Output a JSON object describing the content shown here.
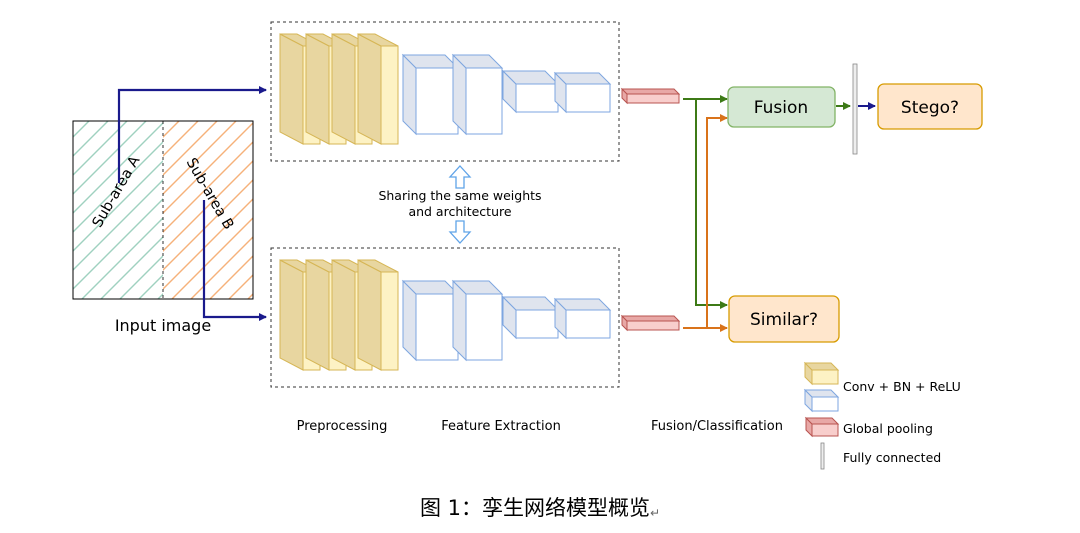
{
  "input": {
    "sub_area_a": "Sub-area A",
    "sub_area_b": "Sub-area B",
    "label": "Input image"
  },
  "sharing": {
    "line1": "Sharing the same weights",
    "line2": "and architecture"
  },
  "nodes": {
    "fusion": "Fusion",
    "stego": "Stego?",
    "similar": "Similar?"
  },
  "stages": {
    "preprocessing": "Preprocessing",
    "feature_extraction": "Feature Extraction",
    "fusion_classification": "Fusion/Classification"
  },
  "legend": {
    "conv": "Conv + BN + ReLU",
    "pool": "Global pooling",
    "fc": "Fully connected"
  },
  "caption": {
    "text": "图 1：孪生网络模型概览",
    "mark": "↵"
  },
  "colors": {
    "conv_front": "#fdf2c4",
    "conv_side": "#e8d6a0",
    "conv_stroke": "#d6b656",
    "feat_front": "#ffffff",
    "feat_side": "#dfe4ee",
    "feat_stroke": "#7ea6e0",
    "pool_front": "#f8cecc",
    "pool_side": "#e8a8a6",
    "pool_stroke": "#b85450",
    "fusion_fill": "#d5e8d4",
    "fusion_stroke": "#82b366",
    "out_fill": "#ffe6cc",
    "out_stroke": "#d79b00",
    "arrow_blue": "#1a1a8c",
    "arrow_green": "#3d7a16",
    "arrow_orange": "#d9731a",
    "hatch_green": "#9fd1c0",
    "hatch_orange": "#f6b17a",
    "double_arrow": "#5fa3e8"
  }
}
